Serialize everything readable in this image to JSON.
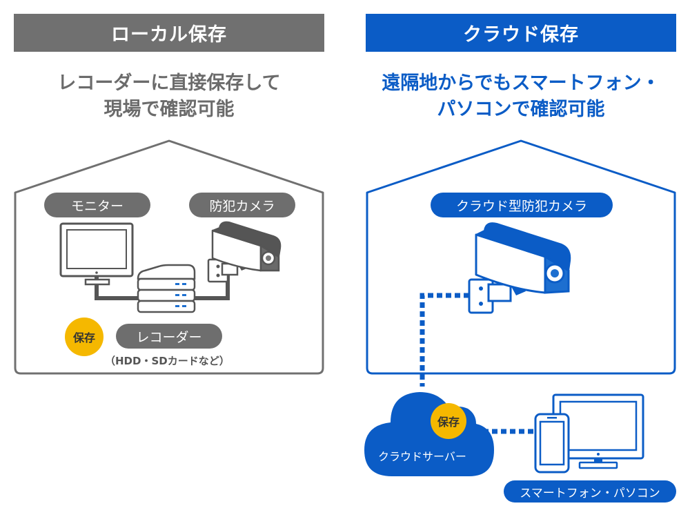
{
  "local": {
    "title": "ローカル保存",
    "description_line1": "レコーダーに直接保存して",
    "description_line2": "現場で確認可能",
    "labels": {
      "monitor": "モニター",
      "camera": "防犯カメラ",
      "recorder": "レコーダー",
      "recorder_note": "（HDD・SDカードなど）",
      "save_badge": "保存"
    }
  },
  "cloud": {
    "title": "クラウド保存",
    "description_line1": "遠隔地からでもスマートフォン・",
    "description_line2": "パソコンで確認可能",
    "labels": {
      "camera": "クラウド型防犯カメラ",
      "server": "クラウドサーバー",
      "save_badge": "保存",
      "devices": "スマートフォン・パソコン"
    }
  },
  "colors": {
    "local_gray": "#707070",
    "cloud_blue": "#0b5cc6",
    "badge_yellow": "#f5b800"
  }
}
